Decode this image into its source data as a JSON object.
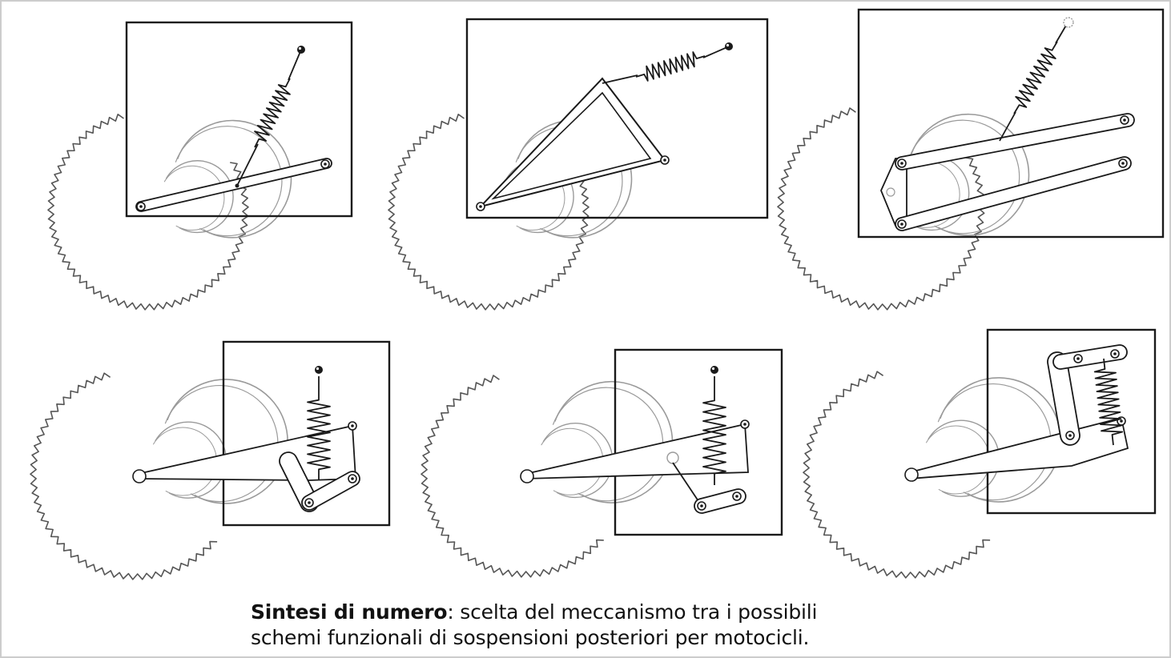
{
  "caption": {
    "bold_term": "Sintesi di numero",
    "line1_rest": ": scelta del meccanismo tra i possibili",
    "line2": "schemi funzionali di sospensioni posteriori per motocicli."
  },
  "colors": {
    "ink": "#1a1a1a",
    "wheel": "#9a9a9a",
    "tire": "#555555",
    "frame_border": "#cccccc",
    "background": "#ffffff"
  },
  "diagram": {
    "schemes": [
      {
        "id": "single-swingarm-direct-spring"
      },
      {
        "id": "triangulated-swingarm-horizontal-spring"
      },
      {
        "id": "parallelogram-swingarm"
      },
      {
        "id": "progressive-linkage-rocker-bottom"
      },
      {
        "id": "progressive-linkage-rocker-mid"
      },
      {
        "id": "progressive-linkage-rocker-top"
      }
    ]
  }
}
